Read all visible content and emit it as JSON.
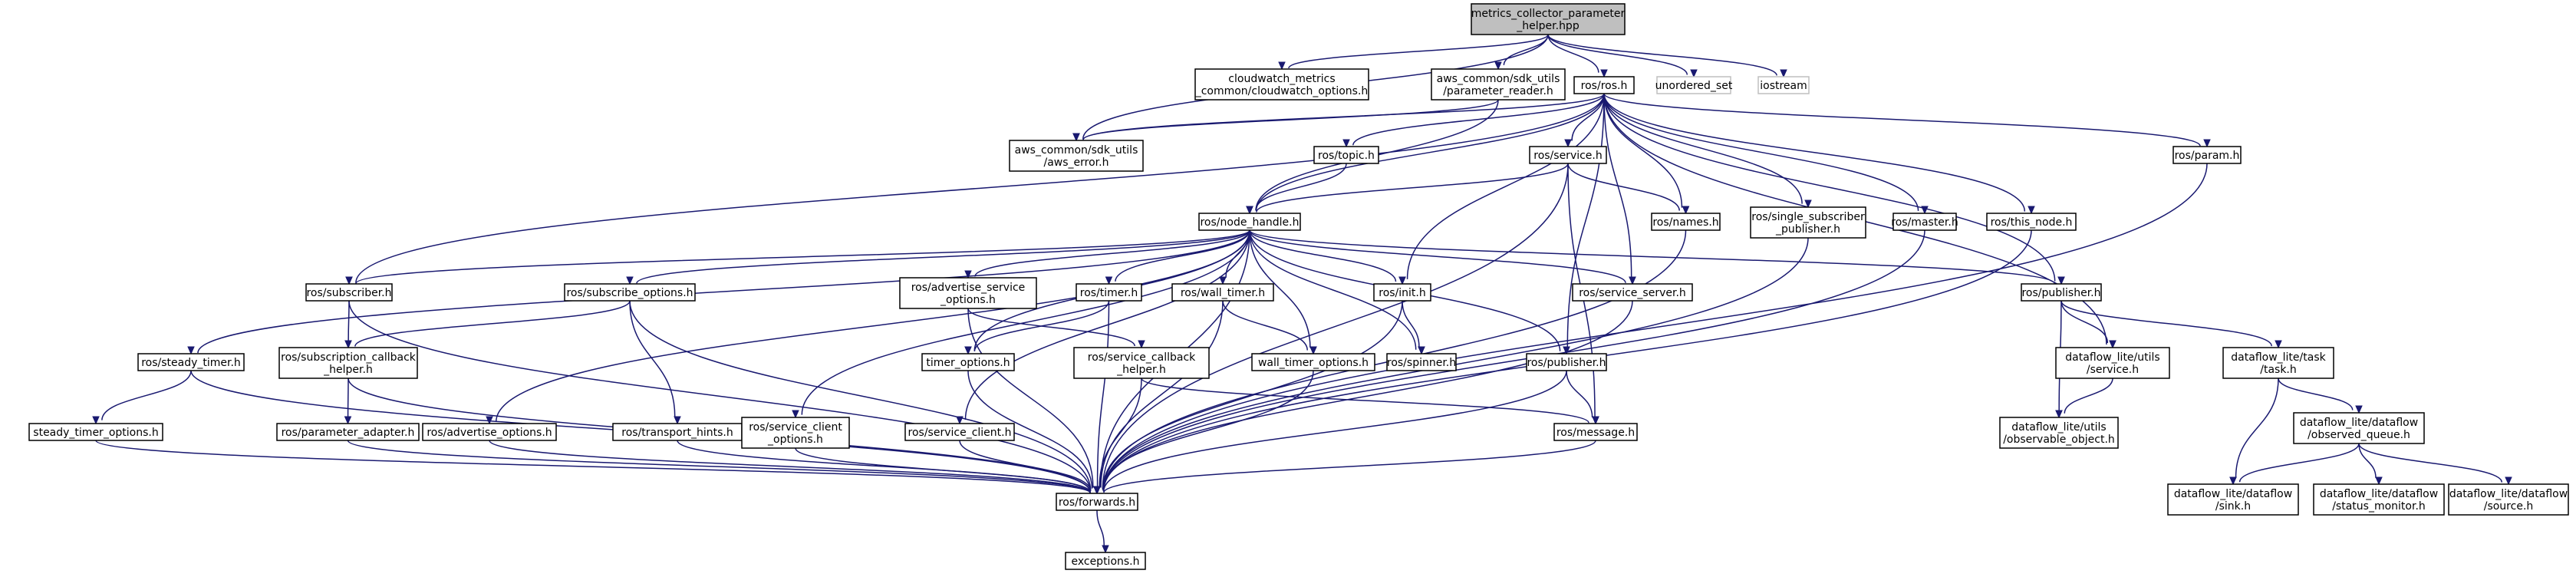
{
  "graph": {
    "nodes": [
      {
        "id": "root",
        "lines": [
          "metrics_collector_parameter",
          "_helper.hpp"
        ],
        "style": "root"
      },
      {
        "id": "cw",
        "lines": [
          "cloudwatch_metrics",
          "_common/cloudwatch_options.h"
        ]
      },
      {
        "id": "preader",
        "lines": [
          "aws_common/sdk_utils",
          "/parameter_reader.h"
        ]
      },
      {
        "id": "rosh",
        "lines": [
          "ros/ros.h"
        ]
      },
      {
        "id": "uset",
        "lines": [
          "unordered_set"
        ],
        "style": "ext"
      },
      {
        "id": "iostream",
        "lines": [
          "iostream"
        ],
        "style": "ext"
      },
      {
        "id": "awserr",
        "lines": [
          "aws_common/sdk_utils",
          "/aws_error.h"
        ]
      },
      {
        "id": "topic",
        "lines": [
          "ros/topic.h"
        ]
      },
      {
        "id": "service",
        "lines": [
          "ros/service.h"
        ]
      },
      {
        "id": "param",
        "lines": [
          "ros/param.h"
        ]
      },
      {
        "id": "nodehandle",
        "lines": [
          "ros/node_handle.h"
        ]
      },
      {
        "id": "names",
        "lines": [
          "ros/names.h"
        ]
      },
      {
        "id": "singlesub",
        "lines": [
          "ros/single_subscriber",
          "_publisher.h"
        ]
      },
      {
        "id": "master",
        "lines": [
          "ros/master.h"
        ]
      },
      {
        "id": "thisnode",
        "lines": [
          "ros/this_node.h"
        ]
      },
      {
        "id": "subscriber",
        "lines": [
          "ros/subscriber.h"
        ]
      },
      {
        "id": "subopts",
        "lines": [
          "ros/subscribe_options.h"
        ]
      },
      {
        "id": "advsrvopts",
        "lines": [
          "ros/advertise_service",
          "_options.h"
        ]
      },
      {
        "id": "timer",
        "lines": [
          "ros/timer.h"
        ]
      },
      {
        "id": "walltimer",
        "lines": [
          "ros/wall_timer.h"
        ]
      },
      {
        "id": "init",
        "lines": [
          "ros/init.h"
        ]
      },
      {
        "id": "srvserver",
        "lines": [
          "ros/service_server.h"
        ]
      },
      {
        "id": "publisher1",
        "lines": [
          "ros/publisher.h"
        ]
      },
      {
        "id": "steadytimer",
        "lines": [
          "ros/steady_timer.h"
        ]
      },
      {
        "id": "subcb",
        "lines": [
          "ros/subscription_callback",
          "_helper.h"
        ]
      },
      {
        "id": "timeropts",
        "lines": [
          "timer_options.h"
        ]
      },
      {
        "id": "srvcb",
        "lines": [
          "ros/service_callback",
          "_helper.h"
        ]
      },
      {
        "id": "walltimeropts",
        "lines": [
          "wall_timer_options.h"
        ]
      },
      {
        "id": "spinner",
        "lines": [
          "ros/spinner.h"
        ]
      },
      {
        "id": "publisher2",
        "lines": [
          "ros/publisher.h"
        ]
      },
      {
        "id": "dfservice",
        "lines": [
          "dataflow_lite/utils",
          "/service.h"
        ]
      },
      {
        "id": "dftask",
        "lines": [
          "dataflow_lite/task",
          "/task.h"
        ]
      },
      {
        "id": "steadytimeropts",
        "lines": [
          "steady_timer_options.h"
        ]
      },
      {
        "id": "paramadapter",
        "lines": [
          "ros/parameter_adapter.h"
        ]
      },
      {
        "id": "advopts",
        "lines": [
          "ros/advertise_options.h"
        ]
      },
      {
        "id": "transport",
        "lines": [
          "ros/transport_hints.h"
        ]
      },
      {
        "id": "srvclientopts",
        "lines": [
          "ros/service_client",
          "_options.h"
        ]
      },
      {
        "id": "srvclient",
        "lines": [
          "ros/service_client.h"
        ]
      },
      {
        "id": "message",
        "lines": [
          "ros/message.h"
        ]
      },
      {
        "id": "observable",
        "lines": [
          "dataflow_lite/utils",
          "/observable_object.h"
        ]
      },
      {
        "id": "obsqueue",
        "lines": [
          "dataflow_lite/dataflow",
          "/observed_queue.h"
        ]
      },
      {
        "id": "forwards",
        "lines": [
          "ros/forwards.h"
        ]
      },
      {
        "id": "sink",
        "lines": [
          "dataflow_lite/dataflow",
          "/sink.h"
        ]
      },
      {
        "id": "statusmon",
        "lines": [
          "dataflow_lite/dataflow",
          "/status_monitor.h"
        ]
      },
      {
        "id": "source",
        "lines": [
          "dataflow_lite/dataflow",
          "/source.h"
        ]
      },
      {
        "id": "exceptions",
        "lines": [
          "exceptions.h"
        ]
      }
    ],
    "edges": [
      [
        "root",
        "cw"
      ],
      [
        "root",
        "preader"
      ],
      [
        "root",
        "rosh"
      ],
      [
        "root",
        "uset"
      ],
      [
        "root",
        "iostream"
      ],
      [
        "root",
        "awserr"
      ],
      [
        "preader",
        "awserr"
      ],
      [
        "preader",
        "nodehandle"
      ],
      [
        "rosh",
        "awserr"
      ],
      [
        "rosh",
        "topic"
      ],
      [
        "rosh",
        "service"
      ],
      [
        "rosh",
        "param"
      ],
      [
        "rosh",
        "names"
      ],
      [
        "rosh",
        "singlesub"
      ],
      [
        "rosh",
        "master"
      ],
      [
        "rosh",
        "thisnode"
      ],
      [
        "rosh",
        "subscriber"
      ],
      [
        "rosh",
        "init"
      ],
      [
        "rosh",
        "srvserver"
      ],
      [
        "rosh",
        "publisher2"
      ],
      [
        "rosh",
        "publisher1"
      ],
      [
        "rosh",
        "dfservice"
      ],
      [
        "rosh",
        "nodehandle"
      ],
      [
        "topic",
        "nodehandle"
      ],
      [
        "service",
        "nodehandle"
      ],
      [
        "service",
        "names"
      ],
      [
        "service",
        "message"
      ],
      [
        "service",
        "forwards"
      ],
      [
        "param",
        "forwards"
      ],
      [
        "names",
        "forwards"
      ],
      [
        "singlesub",
        "forwards"
      ],
      [
        "master",
        "forwards"
      ],
      [
        "thisnode",
        "forwards"
      ],
      [
        "nodehandle",
        "subscriber"
      ],
      [
        "nodehandle",
        "subopts"
      ],
      [
        "nodehandle",
        "advsrvopts"
      ],
      [
        "nodehandle",
        "timer"
      ],
      [
        "nodehandle",
        "walltimer"
      ],
      [
        "nodehandle",
        "init"
      ],
      [
        "nodehandle",
        "srvserver"
      ],
      [
        "nodehandle",
        "publisher1"
      ],
      [
        "nodehandle",
        "steadytimer"
      ],
      [
        "nodehandle",
        "publisher2"
      ],
      [
        "nodehandle",
        "advopts"
      ],
      [
        "nodehandle",
        "srvclientopts"
      ],
      [
        "nodehandle",
        "srvclient"
      ],
      [
        "nodehandle",
        "timeropts"
      ],
      [
        "nodehandle",
        "walltimeropts"
      ],
      [
        "nodehandle",
        "spinner"
      ],
      [
        "nodehandle",
        "forwards"
      ],
      [
        "subscriber",
        "subcb"
      ],
      [
        "subscriber",
        "forwards"
      ],
      [
        "subopts",
        "subcb"
      ],
      [
        "subopts",
        "transport"
      ],
      [
        "subopts",
        "forwards"
      ],
      [
        "advsrvopts",
        "srvcb"
      ],
      [
        "advsrvopts",
        "forwards"
      ],
      [
        "timer",
        "timeropts"
      ],
      [
        "timer",
        "forwards"
      ],
      [
        "walltimer",
        "walltimeropts"
      ],
      [
        "walltimer",
        "forwards"
      ],
      [
        "init",
        "spinner"
      ],
      [
        "init",
        "forwards"
      ],
      [
        "srvserver",
        "forwards"
      ],
      [
        "publisher1",
        "dfservice"
      ],
      [
        "publisher1",
        "dftask"
      ],
      [
        "publisher1",
        "observable"
      ],
      [
        "steadytimer",
        "steadytimeropts"
      ],
      [
        "steadytimer",
        "forwards"
      ],
      [
        "subcb",
        "paramadapter"
      ],
      [
        "subcb",
        "forwards"
      ],
      [
        "timeropts",
        "forwards"
      ],
      [
        "srvcb",
        "message"
      ],
      [
        "srvcb",
        "forwards"
      ],
      [
        "walltimeropts",
        "forwards"
      ],
      [
        "publisher2",
        "message"
      ],
      [
        "publisher2",
        "forwards"
      ],
      [
        "dfservice",
        "observable"
      ],
      [
        "dftask",
        "obsqueue"
      ],
      [
        "dftask",
        "sink"
      ],
      [
        "steadytimeropts",
        "forwards"
      ],
      [
        "paramadapter",
        "forwards"
      ],
      [
        "advopts",
        "forwards"
      ],
      [
        "transport",
        "forwards"
      ],
      [
        "srvclientopts",
        "forwards"
      ],
      [
        "srvclient",
        "forwards"
      ],
      [
        "message",
        "forwards"
      ],
      [
        "obsqueue",
        "sink"
      ],
      [
        "obsqueue",
        "statusmon"
      ],
      [
        "obsqueue",
        "source"
      ],
      [
        "forwards",
        "exceptions"
      ]
    ]
  }
}
